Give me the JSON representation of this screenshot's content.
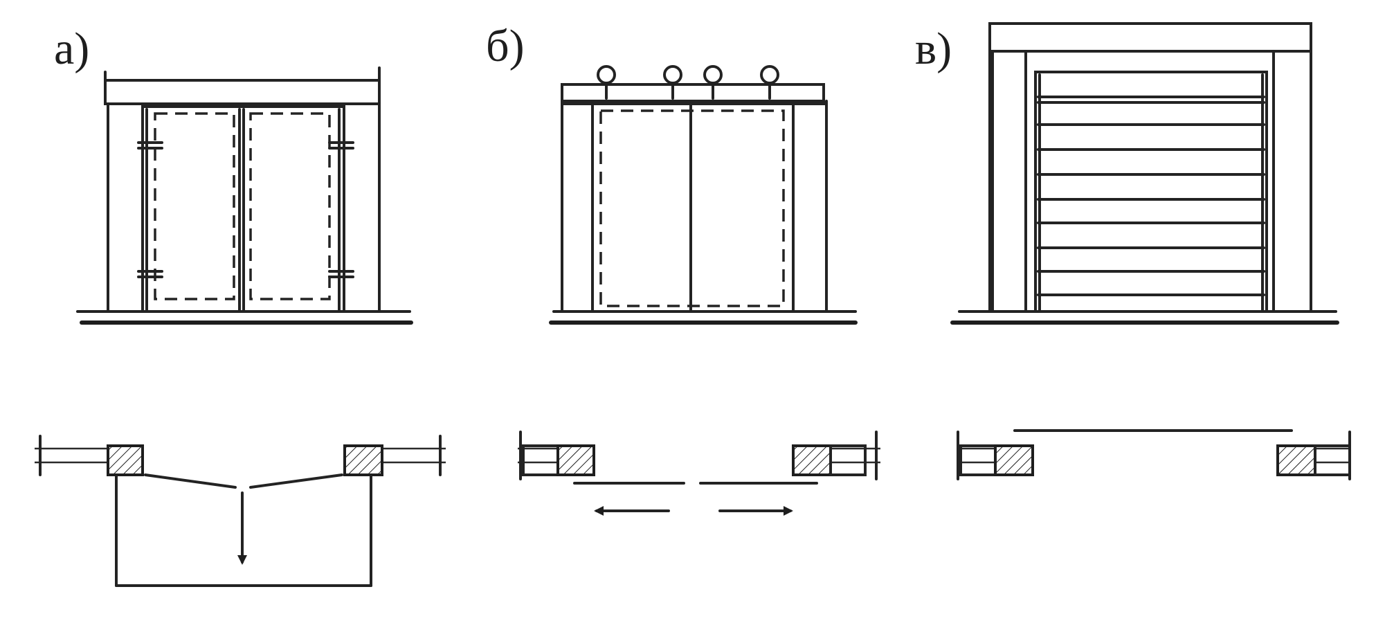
{
  "panels": [
    {
      "id": "a",
      "label": "а)",
      "type": "swing-gate"
    },
    {
      "id": "b",
      "label": "б)",
      "type": "sliding-gate"
    },
    {
      "id": "c",
      "label": "в)",
      "type": "sectional-lift-gate"
    }
  ],
  "colors": {
    "ink": "#232323",
    "paper": "#ffffff"
  }
}
